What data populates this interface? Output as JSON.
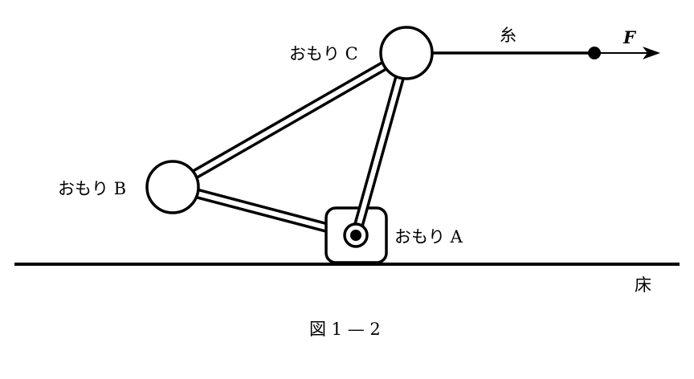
{
  "labels": {
    "weight_c": "おもり C",
    "weight_b": "おもり B",
    "weight_a": "おもり A",
    "string": "糸",
    "force": "F",
    "floor": "床",
    "caption": "図 1 — 2"
  },
  "colors": {
    "ink": "#000000",
    "background": "#ffffff"
  }
}
